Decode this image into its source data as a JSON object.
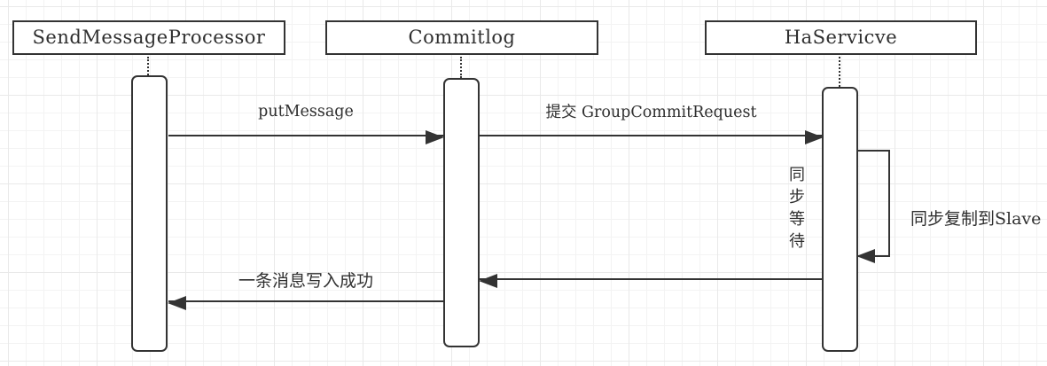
{
  "diagram": {
    "type": "sequence",
    "participants": [
      {
        "name": "SendMessageProcessor"
      },
      {
        "name": "Commitlog"
      },
      {
        "name": "HaServicve"
      }
    ],
    "messages": {
      "put_message": "putMessage",
      "commit_request": "提交 GroupCommitRequest",
      "sync_replicate": "同步复制到Slave",
      "write_success": "一条消息写入成功"
    },
    "notes": {
      "sync_wait": "同步等待"
    },
    "colors": {
      "stroke": "#333333",
      "shape_fill": "#ffffff",
      "canvas_background": "#ffffff",
      "grid_minor": "#f3f3f3",
      "grid_major": "#e9e9e9"
    }
  }
}
